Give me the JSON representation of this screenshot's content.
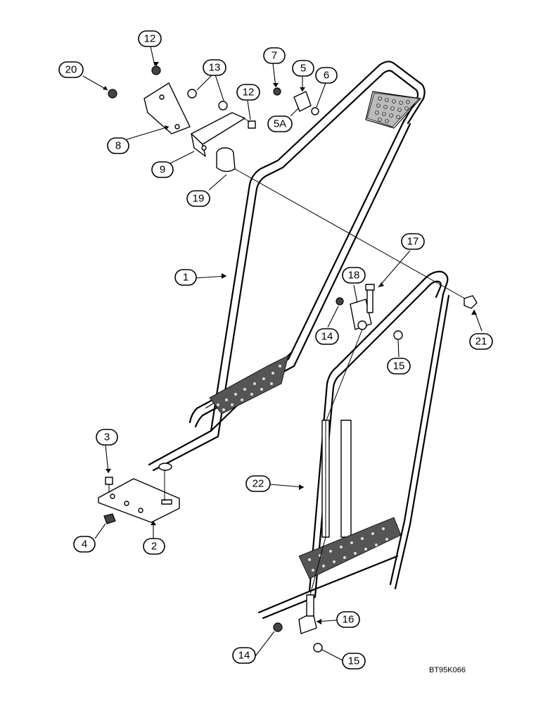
{
  "figure_code": "BT95K066",
  "callouts": [
    {
      "label": "1"
    },
    {
      "label": "2"
    },
    {
      "label": "3"
    },
    {
      "label": "4"
    },
    {
      "label": "5"
    },
    {
      "label": "5A"
    },
    {
      "label": "6"
    },
    {
      "label": "7"
    },
    {
      "label": "8"
    },
    {
      "label": "9"
    },
    {
      "label": "12"
    },
    {
      "label": "12"
    },
    {
      "label": "13"
    },
    {
      "label": "14"
    },
    {
      "label": "14"
    },
    {
      "label": "15"
    },
    {
      "label": "15"
    },
    {
      "label": "16"
    },
    {
      "label": "17"
    },
    {
      "label": "18"
    },
    {
      "label": "19"
    },
    {
      "label": "20"
    },
    {
      "label": "21"
    },
    {
      "label": "22"
    }
  ]
}
